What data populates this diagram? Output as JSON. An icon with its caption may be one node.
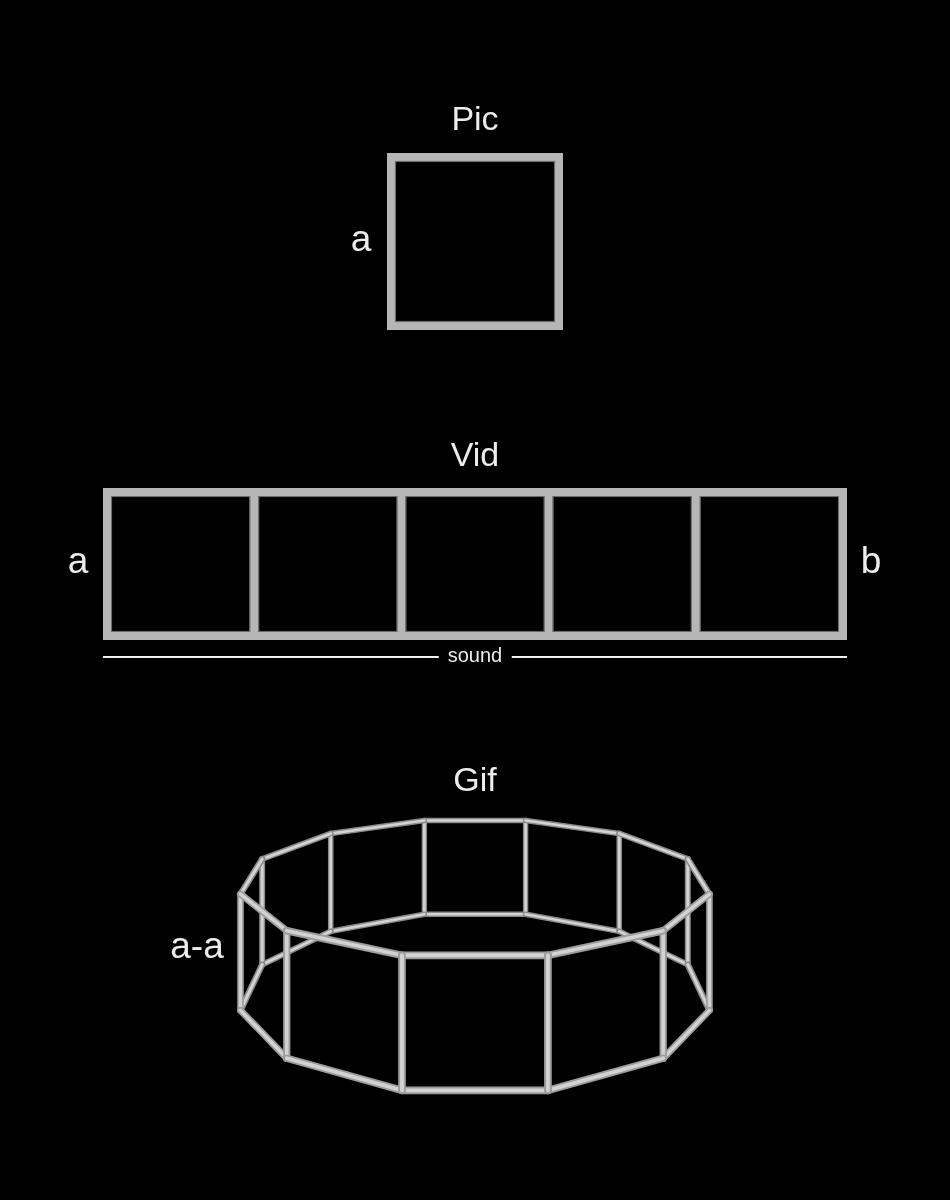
{
  "diagram": {
    "nodes": [
      {
        "text": [
          "Pic"
        ],
        "beside": [
          "a"
        ]
      },
      {
        "text": [
          "Vid"
        ],
        "beside": [
          "a",
          "b",
          "sound"
        ]
      },
      {
        "text": [
          "Gif"
        ],
        "beside": [
          "a-a"
        ]
      }
    ]
  }
}
